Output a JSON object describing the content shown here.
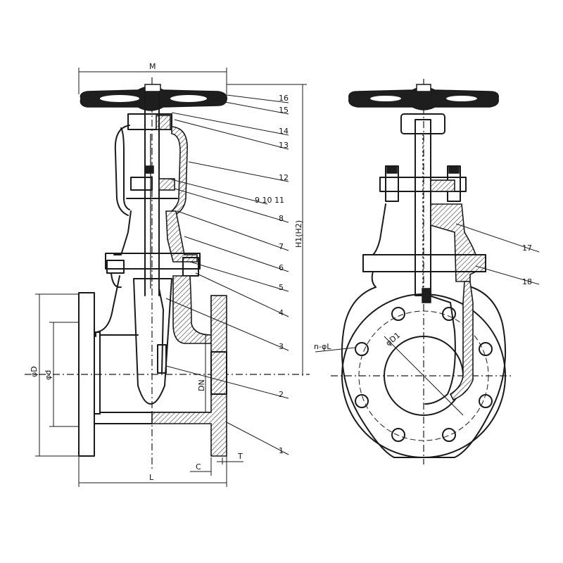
{
  "dimensions": {
    "M": "M",
    "L": "L",
    "C": "C",
    "T": "T",
    "H": "H1(H2)",
    "D": "φD",
    "d": "φd",
    "DN": "DN",
    "bolts": "n-φL",
    "D1": "φD1"
  },
  "callouts": {
    "c1": "1",
    "c2": "2",
    "c3": "3",
    "c4": "4",
    "c5": "5",
    "c6": "6",
    "c7": "7",
    "c8": "8",
    "c9_10_11": "9  10  11",
    "c12": "12",
    "c13": "13",
    "c14": "14",
    "c15": "15",
    "c16": "16",
    "c17": "17",
    "c18": "18"
  }
}
